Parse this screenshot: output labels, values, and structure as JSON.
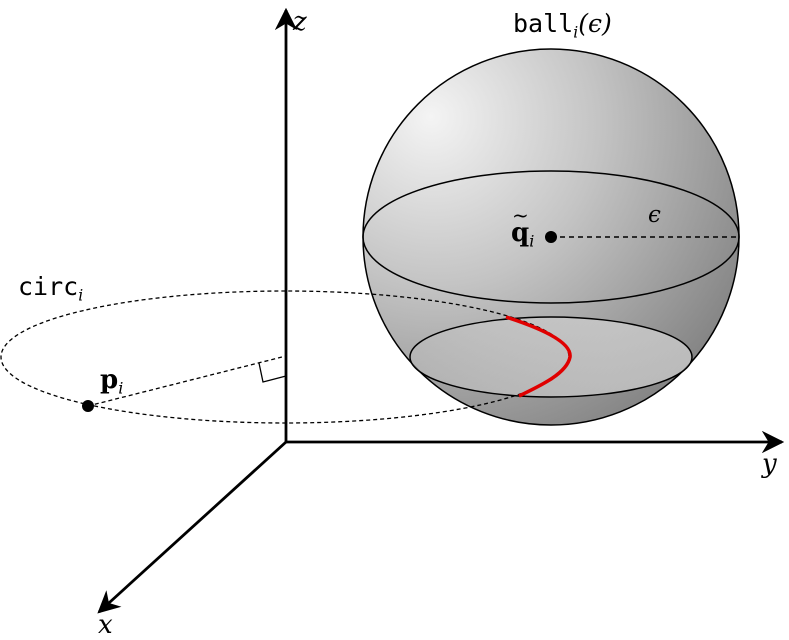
{
  "labels": {
    "z_axis": "z",
    "y_axis": "y",
    "x_axis": "x",
    "ball_name": "ball",
    "ball_sub": "i",
    "ball_arg": "(ϵ)",
    "epsilon": "ϵ",
    "q_point": "q",
    "q_sub": "i",
    "p_point": "p",
    "p_sub": "i",
    "circ_name": "circ",
    "circ_sub": "i"
  },
  "colors": {
    "axis": "#000000",
    "highlight_curve": "#e00000",
    "sphere_light": "#f2f2f2",
    "sphere_dark": "#7a7a7a"
  }
}
